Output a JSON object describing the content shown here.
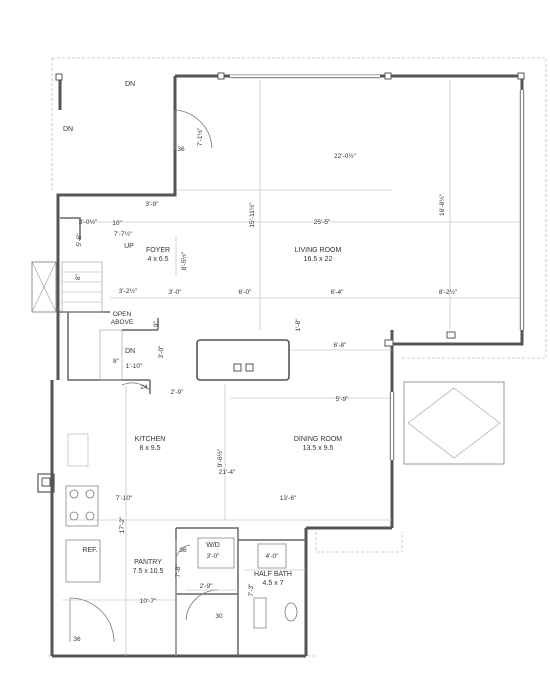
{
  "rooms": {
    "foyer": {
      "name": "FOYER",
      "size": "4 x 6.5"
    },
    "living": {
      "name": "LIVING ROOM",
      "size": "16.5 x 22"
    },
    "kitchen": {
      "name": "KITCHEN",
      "size": "8 x 9.5"
    },
    "dining": {
      "name": "DINING ROOM",
      "size": "13.5 x 9.5"
    },
    "pantry": {
      "name": "PANTRY",
      "size": "7.5 x 10.5"
    },
    "halfbath": {
      "name": "HALF BATH",
      "size": "4.5 x 7"
    },
    "wd": "W/D",
    "ref": "REF.",
    "open_above": [
      "OPEN",
      "ABOVE"
    ]
  },
  "stairs": {
    "dn_top": "DN",
    "dn_left": "DN",
    "dn_lower": "DN",
    "up": "UP"
  },
  "doors": {
    "door_36_top": "36",
    "door_36_wd": "36",
    "door_36_bottom": "36",
    "door_30": "30",
    "door_24": "24"
  },
  "dimensions": {
    "d_7_1_5": "7'-1½\"",
    "d_22_0_5": "22'-0½\"",
    "d_3_9": "3'-9\"",
    "d_3_0_5": "3'-0½\"",
    "d_10": "10\"",
    "d_7_7_5": "7'-7½\"",
    "d_5_6": "5'-6\"",
    "d_15_11_5": "15'-11½\"",
    "d_25_5": "25'-5\"",
    "d_16_8_5": "16'-8½\"",
    "d_8_5_5": "8'-5½\"",
    "d_8": "8\"",
    "d_3_2_5": "3'-2½\"",
    "d_3_0a": "3'-0\"",
    "d_6_0": "6'-0\"",
    "d_6_4": "6'-4\"",
    "d_8_2_5": "8'-2½\"",
    "d_9": "9\"",
    "d_1_8": "1'-8\"",
    "d_3_0b": "3'-0\"",
    "d_6_8": "6'-8\"",
    "d_8b": "8\"",
    "d_1_10": "1'-10\"",
    "d_2_9a": "2'-9\"",
    "d_5_9": "5'-9\"",
    "d_9_6_5": "9'-6½\"",
    "d_21_4": "21'-4\"",
    "d_7_10": "7'-10\"",
    "d_13_6": "13'-6\"",
    "d_17_2": "17'-2\"",
    "d_3_0c": "3'-0\"",
    "d_4_0": "4'-0\"",
    "d_7_8": "7'-8\"",
    "d_2_9b": "2'-9\"",
    "d_7_3": "7'-3\"",
    "d_10_7": "10'-7\""
  }
}
